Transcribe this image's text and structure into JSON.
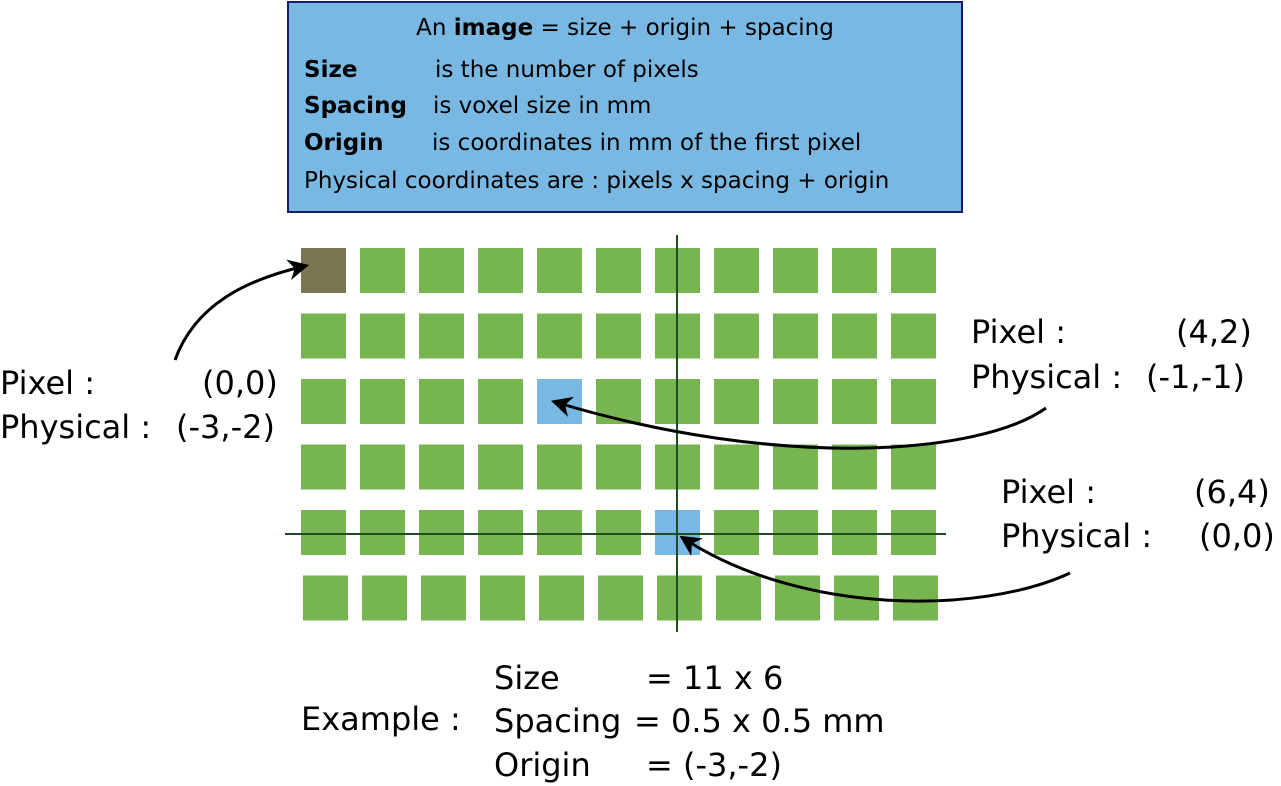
{
  "info": {
    "title_prefix": "An ",
    "title_bold": "image",
    "title_suffix": " = size + origin + spacing",
    "size_term": "Size",
    "size_desc": "is the number of pixels",
    "spacing_term": "Spacing",
    "spacing_desc": "is voxel size in mm",
    "origin_term": "Origin",
    "origin_desc": "is coordinates in mm of the first pixel",
    "physical_line": "Physical coordinates are : pixels x spacing + origin"
  },
  "grid": {
    "columns": 11,
    "rows": 6,
    "cell_color": "#77b550",
    "first_pixel_color": "#7a7552",
    "highlight_color": "#78b8e2",
    "axis_color": "#1f4d1f",
    "highlighted_pixels": [
      [
        4,
        2
      ],
      [
        6,
        4
      ]
    ],
    "first_pixel": [
      0,
      0
    ]
  },
  "annotations": {
    "left": {
      "pixel_label": "Pixel :",
      "pixel_value": "(0,0)",
      "physical_label": "Physical :",
      "physical_value": "(-3,-2)"
    },
    "upper_right": {
      "pixel_label": "Pixel :",
      "pixel_value": "(4,2)",
      "physical_label": "Physical :",
      "physical_value": "(-1,-1)"
    },
    "lower_right": {
      "pixel_label": "Pixel :",
      "pixel_value": "(6,4)",
      "physical_label": "Physical :",
      "physical_value": "(0,0)"
    }
  },
  "example": {
    "label": "Example :",
    "size_key": "Size",
    "size_value": "= 11 x 6",
    "spacing_key": "Spacing",
    "spacing_value": "= 0.5 x 0.5 mm",
    "origin_key": "Origin",
    "origin_value": "= (-3,-2)"
  }
}
